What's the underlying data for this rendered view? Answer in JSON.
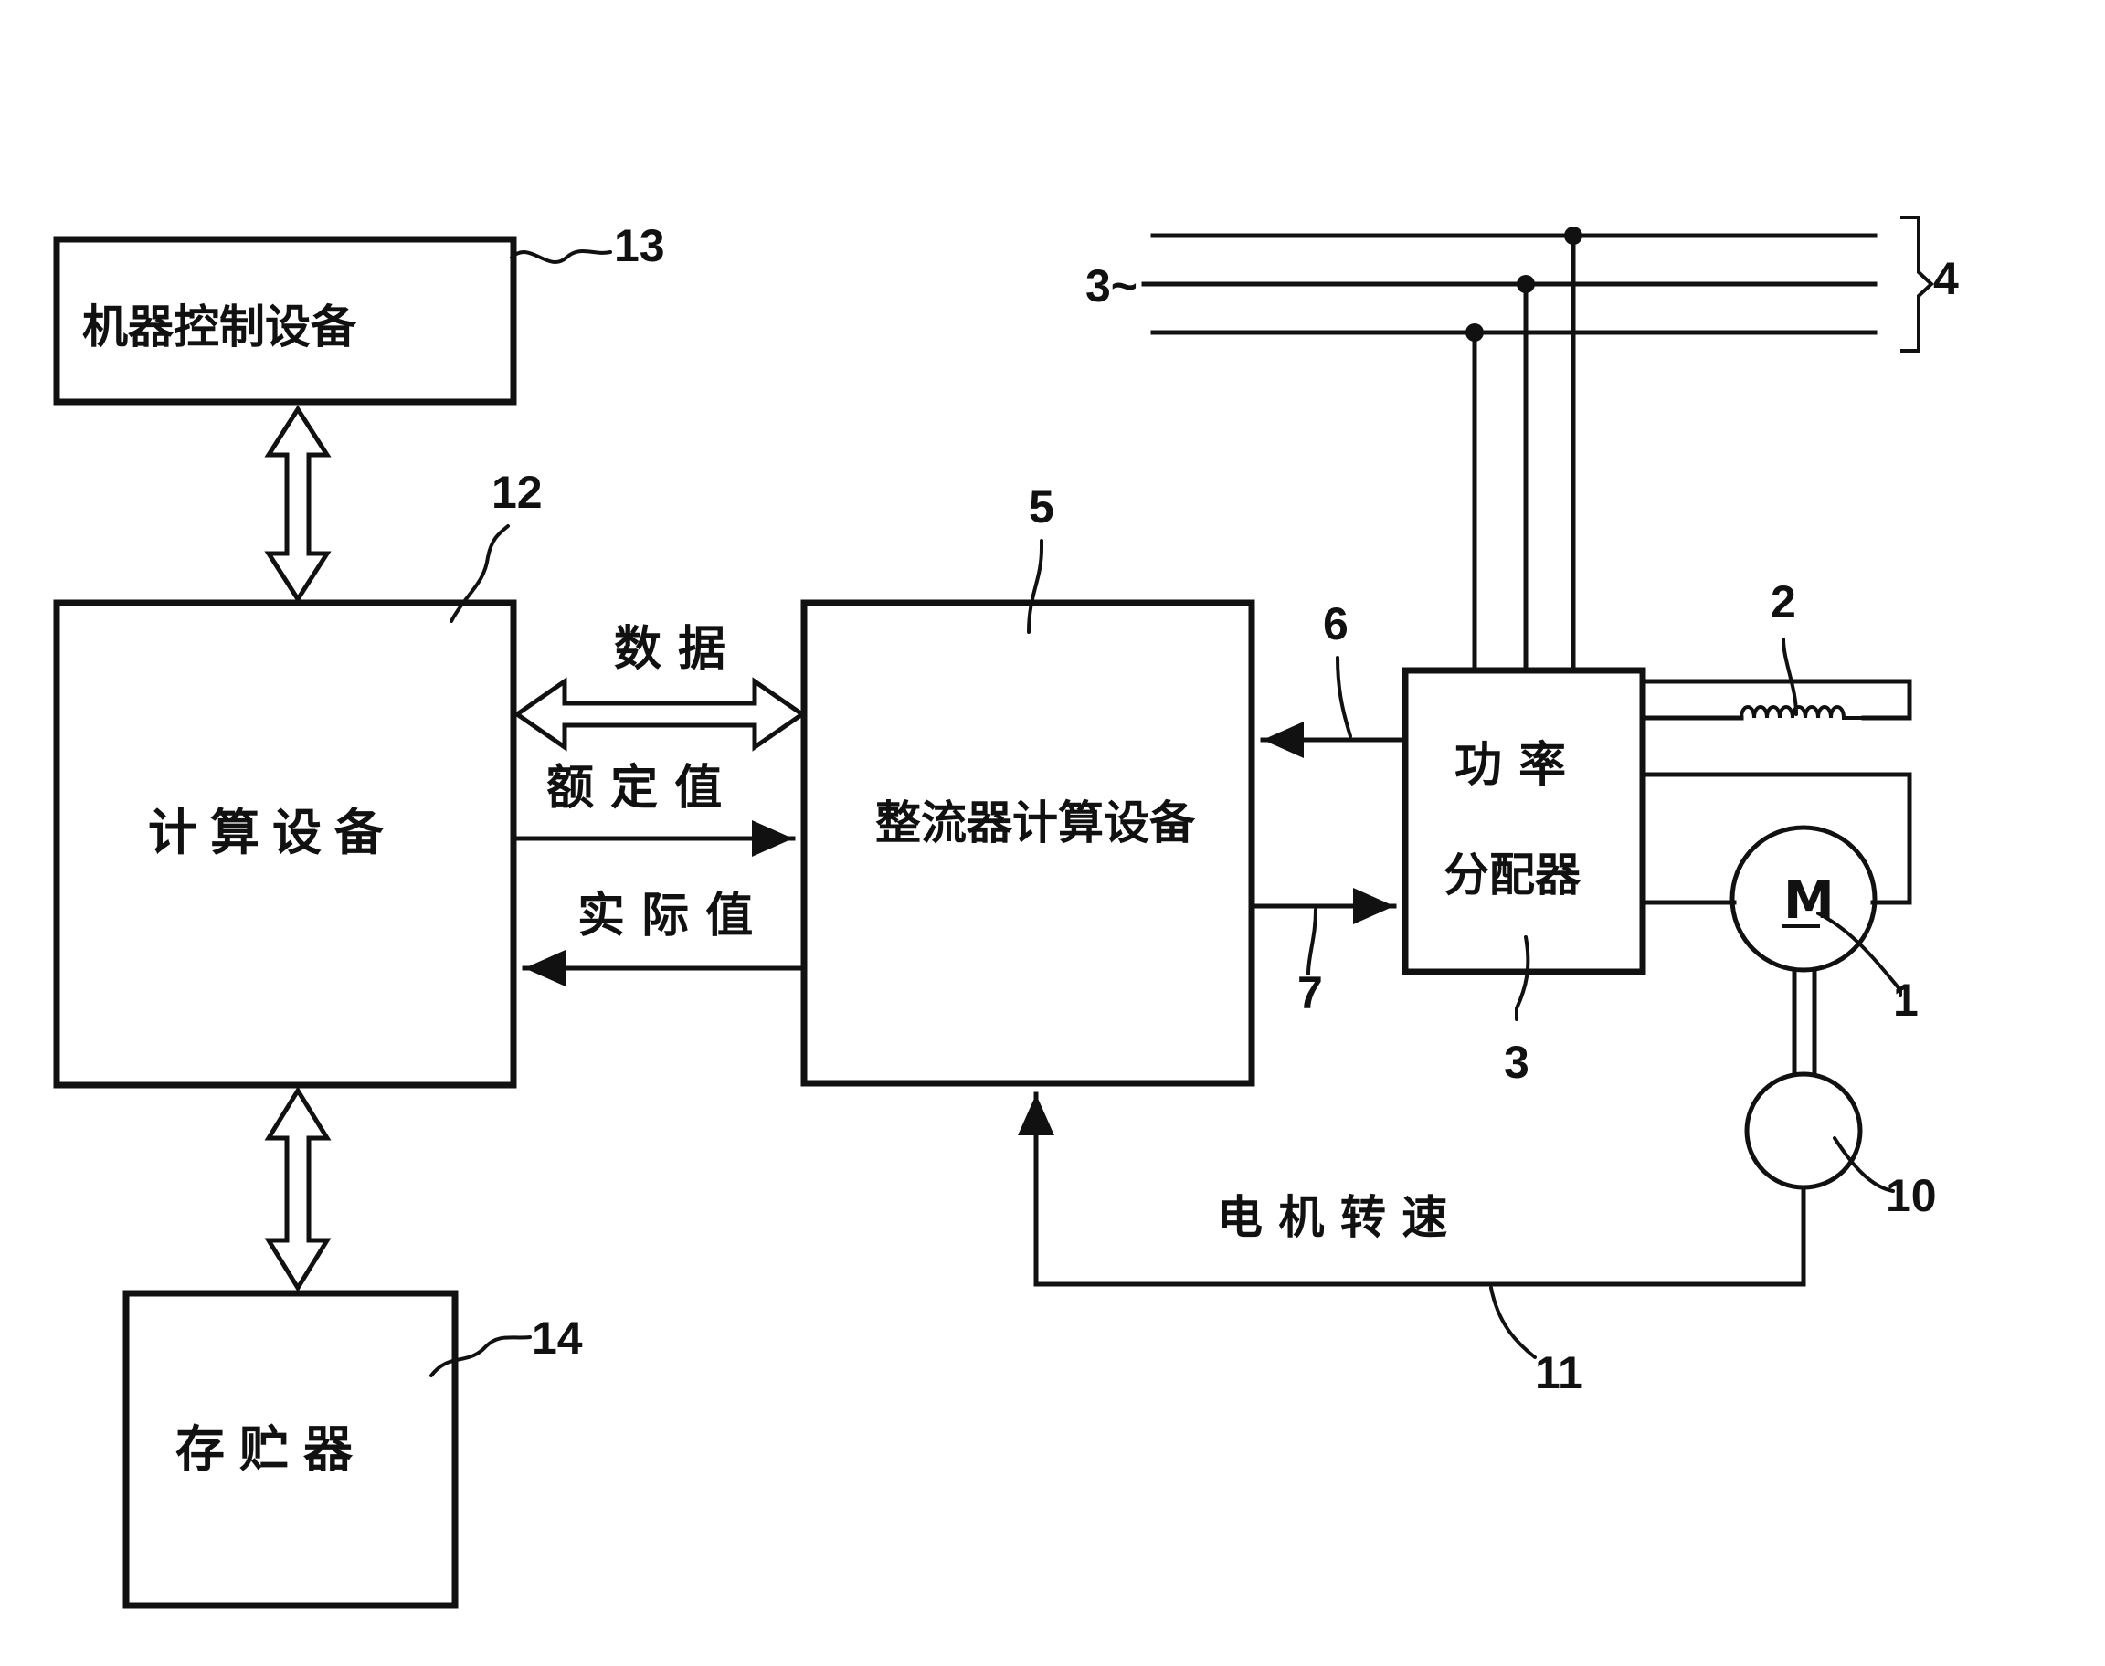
{
  "labels": {
    "machine_control": "机器控制设备",
    "computer": "计算设备",
    "memory": "存贮器",
    "rectifier_computer": "整流器计算设备",
    "power_dist_line1": "功 率",
    "power_dist_line2": "分配器",
    "data": "数 据",
    "setpoint": "额 定 值",
    "actual_value": "实 际 值",
    "motor_speed": "电 机 转 速",
    "motor_symbol": "M"
  },
  "refs": {
    "r1": "1",
    "r2": "2",
    "r3": "3",
    "r4": "4",
    "r5": "5",
    "r6": "6",
    "r7": "7",
    "r10": "10",
    "r11": "11",
    "r12": "12",
    "r13": "13",
    "r14": "14",
    "supply": "3~"
  }
}
